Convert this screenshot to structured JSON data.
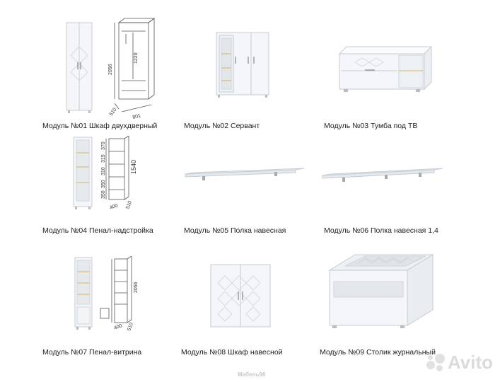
{
  "modules": [
    {
      "label": "Модуль №01 Шкаф двухдверный"
    },
    {
      "label": "Модуль №02 Сервант"
    },
    {
      "label": "Модуль №03 Тумба под ТВ"
    },
    {
      "label": "Модуль №04 Пенал-надстройка"
    },
    {
      "label": "Модуль №05 Полка навесная"
    },
    {
      "label": "Модуль №06 Полка навесная 1,4"
    },
    {
      "label": "Модуль №07 Пенал-витрина"
    },
    {
      "label": "Модуль №08 Шкаф навесной"
    },
    {
      "label": "Модуль №09 Столик журнальный"
    }
  ],
  "dimensions": {
    "m01": {
      "height": "2056",
      "inner": "1220",
      "depth": "510",
      "width": "801"
    },
    "m04": {
      "height": "1540",
      "s1": "370",
      "s2": "315",
      "s3": "310",
      "s4": "350",
      "s5": "350",
      "width": "400",
      "depth": "510"
    },
    "m07": {
      "height": "2056",
      "width": "400",
      "depth": "510"
    }
  },
  "watermark": {
    "text": "Avito",
    "store": "Мебель96"
  },
  "colors": {
    "outline": "#b9c2cc",
    "panel": "#f4f6f9",
    "line": "#555555"
  }
}
